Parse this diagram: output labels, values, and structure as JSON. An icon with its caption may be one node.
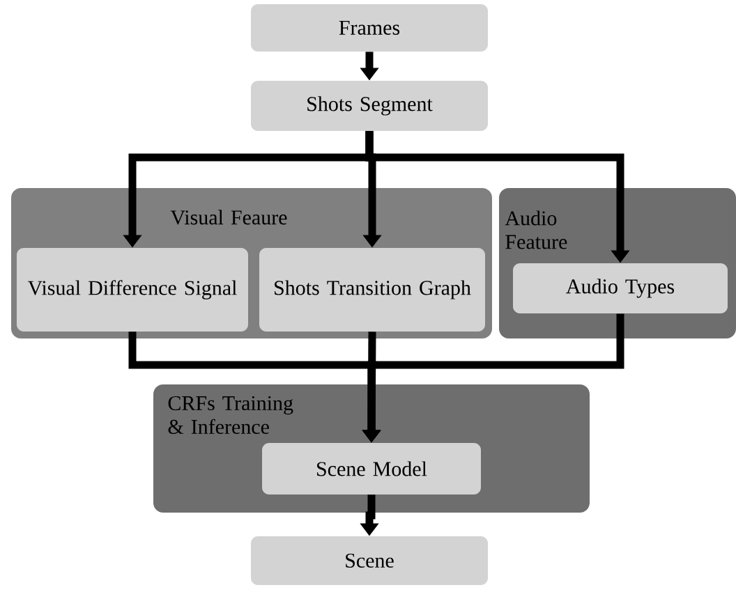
{
  "diagram": {
    "nodes": [
      {
        "text": [
          "Frames"
        ]
      },
      {
        "text": [
          "Shots Segment"
        ]
      },
      {
        "text": [
          "Visual Feaure"
        ]
      },
      {
        "text": [
          "Visual Difference Signal"
        ],
        "in": 2
      },
      {
        "text": [
          "Shots Transition Graph"
        ],
        "in": 2
      },
      {
        "text": [
          "Audio Feature"
        ]
      },
      {
        "text": [
          "Audio Types"
        ],
        "in": 5
      },
      {
        "text": [
          "CRFs Training & Inference"
        ]
      },
      {
        "text": [
          "Scene Model"
        ],
        "in": 7
      },
      {
        "text": [
          "Scene"
        ]
      }
    ],
    "edges": [
      {
        "from": 0,
        "to": 1,
        "arrow": "to"
      },
      {
        "from": 1,
        "to": 3,
        "arrow": "to"
      },
      {
        "from": 1,
        "to": 4,
        "arrow": "to"
      },
      {
        "from": 1,
        "to": 6,
        "arrow": "to"
      },
      {
        "from": 3,
        "to": 8,
        "arrow": "to"
      },
      {
        "from": 4,
        "to": 8,
        "arrow": "to"
      },
      {
        "from": 6,
        "to": 8,
        "arrow": "to"
      },
      {
        "from": 8,
        "to": 9,
        "arrow": "to"
      }
    ]
  }
}
